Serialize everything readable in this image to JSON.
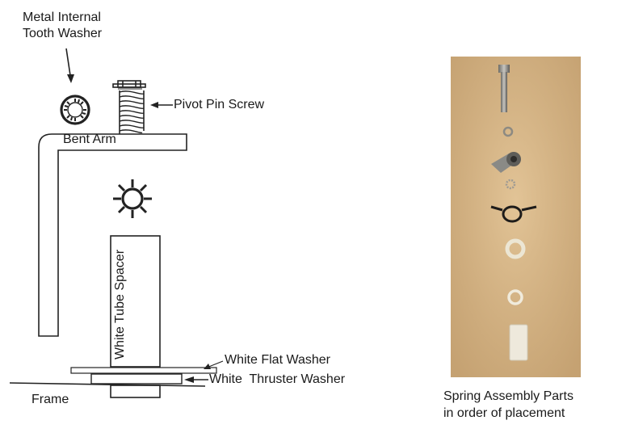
{
  "labels": {
    "metal_washer_line1": "Metal Internal",
    "metal_washer_line2": "Tooth Washer",
    "pivot_pin_screw": "Pivot Pin Screw",
    "bent_arm": "Bent Arm",
    "white_tube_spacer": "White Tube Spacer",
    "white_flat_washer": "White Flat Washer",
    "white_thruster_washer": "White  Thruster Washer",
    "frame": "Frame"
  },
  "photo": {
    "caption_line1": "Spring Assembly Parts",
    "caption_line2": "in order of placement",
    "background_color": "#d8b789"
  },
  "colors": {
    "line": "#222222",
    "text": "#1a1a1a"
  }
}
